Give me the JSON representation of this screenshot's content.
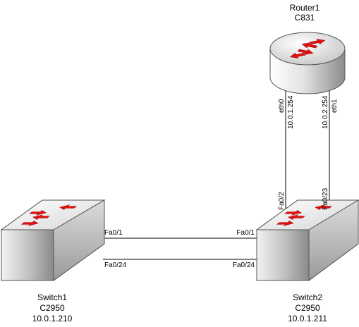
{
  "router": {
    "name": "Router1",
    "model": "C831"
  },
  "switch1": {
    "name": "Switch1",
    "model": "C2950",
    "ip": "10.0.1.210"
  },
  "switch2": {
    "name": "Switch2",
    "model": "C2950",
    "ip": "10.0.1.211"
  },
  "links": {
    "sw1_top": "Fa0/1",
    "sw1_bottom": "Fa0/24",
    "sw2_left_top": "Fa0/1",
    "sw2_left_bottom": "Fa0/24",
    "sw2_up_left": "Fa0/2",
    "sw2_up_right": "Fa0/23",
    "router_eth0": "eth0",
    "router_eth0_ip": "10.0.1.254",
    "router_eth1": "eth1",
    "router_eth1_ip": "10.0.2.254"
  },
  "colors": {
    "arrow": "#e01010",
    "device_light": "#f4f4f4",
    "device_dark": "#8c8c8c"
  }
}
